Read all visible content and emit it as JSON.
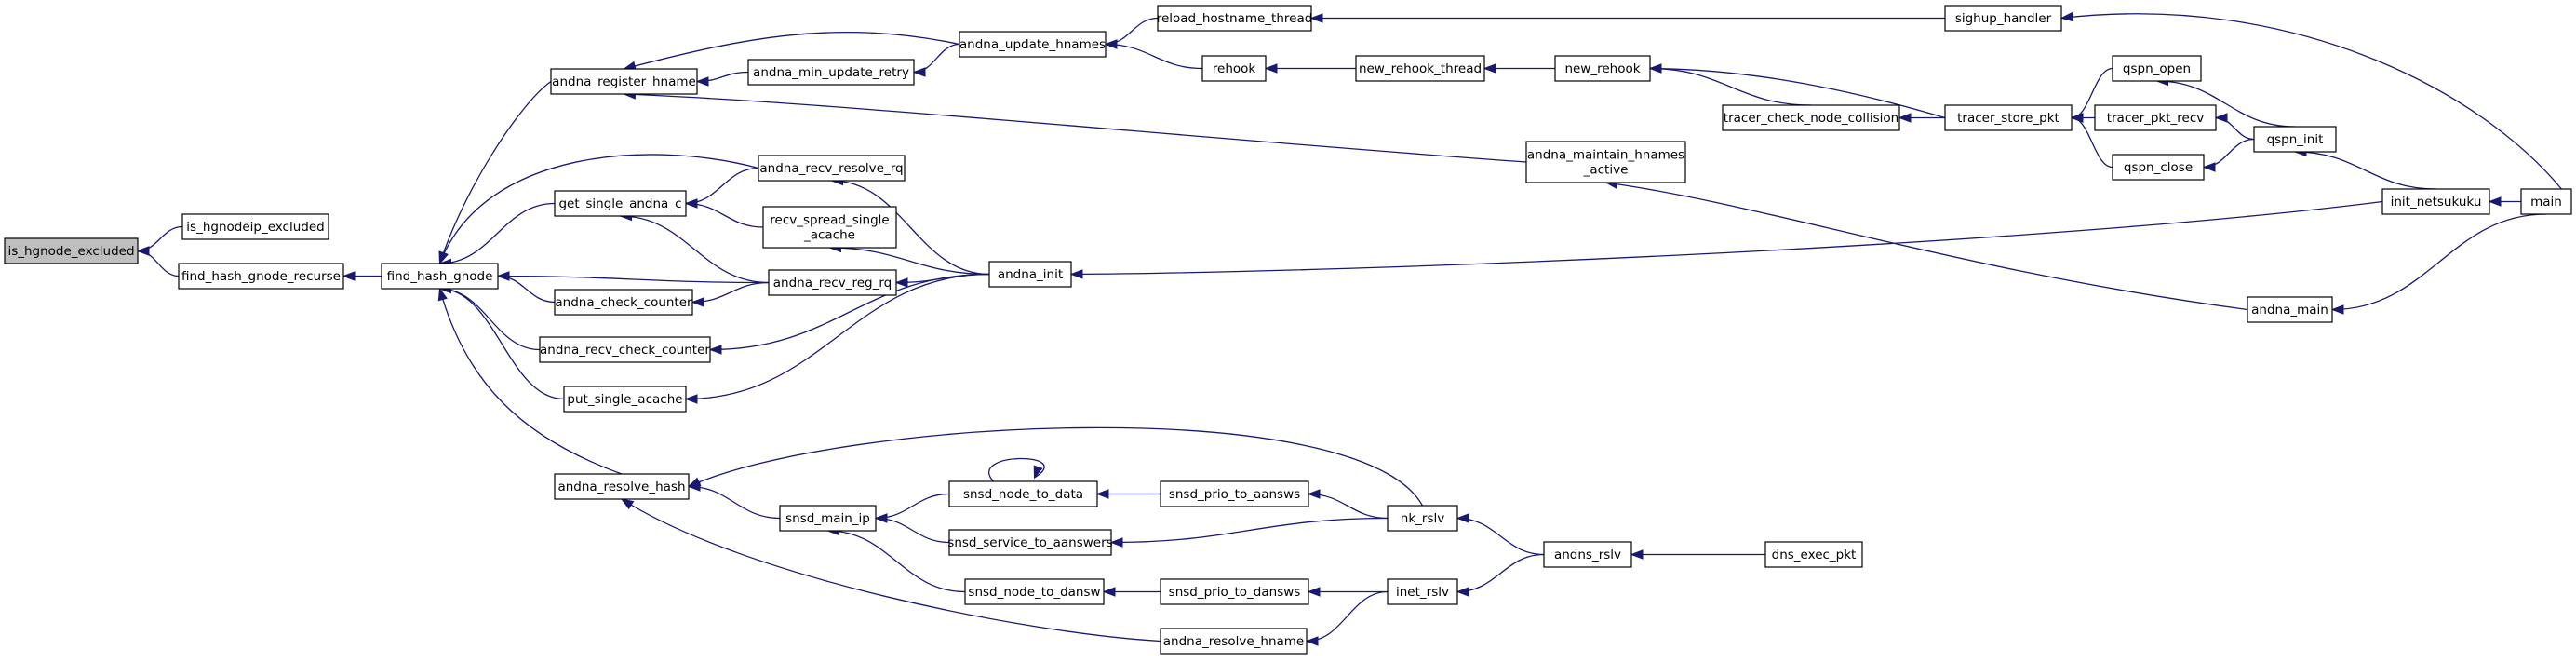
{
  "nodes": [
    {
      "id": "is_hgnode_excluded",
      "lines": [
        "is_hgnode_excluded"
      ],
      "root": true
    },
    {
      "id": "is_hgnodeip_excluded",
      "lines": [
        "is_hgnodeip_excluded"
      ]
    },
    {
      "id": "find_hash_gnode_recurse",
      "lines": [
        "find_hash_gnode_recurse"
      ]
    },
    {
      "id": "find_hash_gnode",
      "lines": [
        "find_hash_gnode"
      ]
    },
    {
      "id": "andna_register_hname",
      "lines": [
        "andna_register_hname"
      ]
    },
    {
      "id": "get_single_andna_c",
      "lines": [
        "get_single_andna_c"
      ]
    },
    {
      "id": "andna_check_counter",
      "lines": [
        "andna_check_counter"
      ]
    },
    {
      "id": "andna_recv_check_counter",
      "lines": [
        "andna_recv_check_counter"
      ]
    },
    {
      "id": "put_single_acache",
      "lines": [
        "put_single_acache"
      ]
    },
    {
      "id": "andna_resolve_hash",
      "lines": [
        "andna_resolve_hash"
      ]
    },
    {
      "id": "andna_min_update_retry",
      "lines": [
        "andna_min_update_retry"
      ]
    },
    {
      "id": "andna_recv_resolve_rq",
      "lines": [
        "andna_recv_resolve_rq"
      ]
    },
    {
      "id": "recv_spread_single_acache",
      "lines": [
        "recv_spread_single",
        "_acache"
      ]
    },
    {
      "id": "andna_recv_reg_rq",
      "lines": [
        "andna_recv_reg_rq"
      ]
    },
    {
      "id": "snsd_main_ip",
      "lines": [
        "snsd_main_ip"
      ]
    },
    {
      "id": "andna_update_hnames",
      "lines": [
        "andna_update_hnames"
      ]
    },
    {
      "id": "andna_init",
      "lines": [
        "andna_init"
      ]
    },
    {
      "id": "snsd_node_to_data",
      "lines": [
        "snsd_node_to_data"
      ]
    },
    {
      "id": "snsd_service_to_aanswers",
      "lines": [
        "snsd_service_to_aanswers"
      ]
    },
    {
      "id": "snsd_node_to_dansw",
      "lines": [
        "snsd_node_to_dansw"
      ]
    },
    {
      "id": "andna_resolve_hname",
      "lines": [
        "andna_resolve_hname"
      ]
    },
    {
      "id": "reload_hostname_thread",
      "lines": [
        "reload_hostname_thread"
      ]
    },
    {
      "id": "rehook",
      "lines": [
        "rehook"
      ]
    },
    {
      "id": "snsd_prio_to_aanswers",
      "lines": [
        "snsd_prio_to_aansws"
      ]
    },
    {
      "id": "snsd_prio_to_dansws",
      "lines": [
        "snsd_prio_to_dansws"
      ]
    },
    {
      "id": "new_rehook_thread",
      "lines": [
        "new_rehook_thread"
      ]
    },
    {
      "id": "nk_rslv",
      "lines": [
        "nk_rslv"
      ]
    },
    {
      "id": "inet_rslv",
      "lines": [
        "inet_rslv"
      ]
    },
    {
      "id": "andna_maintain_hnames_active",
      "lines": [
        "andna_maintain_hnames",
        "_active"
      ]
    },
    {
      "id": "new_rehook",
      "lines": [
        "new_rehook"
      ]
    },
    {
      "id": "andns_rslv",
      "lines": [
        "andns_rslv"
      ]
    },
    {
      "id": "tracer_check_node_collision",
      "lines": [
        "tracer_check_node_collision"
      ]
    },
    {
      "id": "dns_exec_pkt",
      "lines": [
        "dns_exec_pkt"
      ]
    },
    {
      "id": "tracer_store_pkt",
      "lines": [
        "tracer_store_pkt"
      ]
    },
    {
      "id": "sighup_handler",
      "lines": [
        "sighup_handler"
      ]
    },
    {
      "id": "qspn_open",
      "lines": [
        "qspn_open"
      ]
    },
    {
      "id": "tracer_pkt_recv",
      "lines": [
        "tracer_pkt_recv"
      ]
    },
    {
      "id": "qspn_close",
      "lines": [
        "qspn_close"
      ]
    },
    {
      "id": "andna_main",
      "lines": [
        "andna_main"
      ]
    },
    {
      "id": "qspn_init",
      "lines": [
        "qspn_init"
      ]
    },
    {
      "id": "init_netsukuku",
      "lines": [
        "init_netsukuku"
      ]
    },
    {
      "id": "main",
      "lines": [
        "main"
      ]
    }
  ],
  "edges": [
    {
      "from": "is_hgnodeip_excluded",
      "to": "is_hgnode_excluded"
    },
    {
      "from": "find_hash_gnode_recurse",
      "to": "is_hgnode_excluded"
    },
    {
      "from": "find_hash_gnode",
      "to": "find_hash_gnode_recurse"
    },
    {
      "from": "andna_register_hname",
      "to": "find_hash_gnode"
    },
    {
      "from": "andna_recv_resolve_rq",
      "to": "find_hash_gnode"
    },
    {
      "from": "get_single_andna_c",
      "to": "find_hash_gnode"
    },
    {
      "from": "andna_recv_reg_rq",
      "to": "find_hash_gnode"
    },
    {
      "from": "andna_check_counter",
      "to": "find_hash_gnode"
    },
    {
      "from": "andna_recv_check_counter",
      "to": "find_hash_gnode"
    },
    {
      "from": "put_single_acache",
      "to": "find_hash_gnode"
    },
    {
      "from": "andna_resolve_hash",
      "to": "find_hash_gnode"
    },
    {
      "from": "andna_update_hnames",
      "to": "andna_register_hname"
    },
    {
      "from": "andna_min_update_retry",
      "to": "andna_register_hname"
    },
    {
      "from": "andna_maintain_hnames_active",
      "to": "andna_register_hname"
    },
    {
      "from": "andna_recv_resolve_rq",
      "to": "get_single_andna_c"
    },
    {
      "from": "recv_spread_single_acache",
      "to": "get_single_andna_c"
    },
    {
      "from": "andna_recv_reg_rq",
      "to": "get_single_andna_c"
    },
    {
      "from": "andna_recv_reg_rq",
      "to": "andna_check_counter"
    },
    {
      "from": "andna_init",
      "to": "andna_recv_resolve_rq"
    },
    {
      "from": "andna_init",
      "to": "recv_spread_single_acache"
    },
    {
      "from": "andna_init",
      "to": "andna_recv_reg_rq"
    },
    {
      "from": "andna_init",
      "to": "andna_recv_check_counter"
    },
    {
      "from": "andna_init",
      "to": "put_single_acache"
    },
    {
      "from": "andna_update_hnames",
      "to": "andna_min_update_retry"
    },
    {
      "from": "reload_hostname_thread",
      "to": "andna_update_hnames"
    },
    {
      "from": "rehook",
      "to": "andna_update_hnames"
    },
    {
      "from": "sighup_handler",
      "to": "reload_hostname_thread"
    },
    {
      "from": "main",
      "to": "sighup_handler"
    },
    {
      "from": "new_rehook_thread",
      "to": "rehook"
    },
    {
      "from": "new_rehook",
      "to": "new_rehook_thread"
    },
    {
      "from": "tracer_check_node_collision",
      "to": "new_rehook"
    },
    {
      "from": "tracer_store_pkt",
      "to": "new_rehook"
    },
    {
      "from": "tracer_store_pkt",
      "to": "tracer_check_node_collision"
    },
    {
      "from": "qspn_open",
      "to": "tracer_store_pkt"
    },
    {
      "from": "tracer_pkt_recv",
      "to": "tracer_store_pkt"
    },
    {
      "from": "qspn_close",
      "to": "tracer_store_pkt"
    },
    {
      "from": "qspn_init",
      "to": "qspn_open"
    },
    {
      "from": "qspn_init",
      "to": "tracer_pkt_recv"
    },
    {
      "from": "qspn_init",
      "to": "qspn_close"
    },
    {
      "from": "init_netsukuku",
      "to": "qspn_init"
    },
    {
      "from": "main",
      "to": "init_netsukuku"
    },
    {
      "from": "init_netsukuku",
      "to": "andna_init"
    },
    {
      "from": "andna_main",
      "to": "andna_maintain_hnames_active"
    },
    {
      "from": "main",
      "to": "andna_main"
    },
    {
      "from": "snsd_main_ip",
      "to": "andna_resolve_hash"
    },
    {
      "from": "nk_rslv",
      "to": "andna_resolve_hash"
    },
    {
      "from": "andna_resolve_hname",
      "to": "andna_resolve_hash"
    },
    {
      "from": "snsd_node_to_data",
      "to": "snsd_main_ip"
    },
    {
      "from": "snsd_service_to_aanswers",
      "to": "snsd_main_ip"
    },
    {
      "from": "snsd_node_to_dansw",
      "to": "snsd_main_ip"
    },
    {
      "from": "snsd_node_to_data",
      "to": "snsd_node_to_data"
    },
    {
      "from": "snsd_prio_to_aanswers",
      "to": "snsd_node_to_data"
    },
    {
      "from": "nk_rslv",
      "to": "snsd_prio_to_aanswers"
    },
    {
      "from": "nk_rslv",
      "to": "snsd_service_to_aanswers"
    },
    {
      "from": "snsd_prio_to_dansws",
      "to": "snsd_node_to_dansw"
    },
    {
      "from": "inet_rslv",
      "to": "snsd_prio_to_dansws"
    },
    {
      "from": "inet_rslv",
      "to": "andna_resolve_hname"
    },
    {
      "from": "andns_rslv",
      "to": "nk_rslv"
    },
    {
      "from": "andns_rslv",
      "to": "inet_rslv"
    },
    {
      "from": "dns_exec_pkt",
      "to": "andns_rslv"
    }
  ]
}
